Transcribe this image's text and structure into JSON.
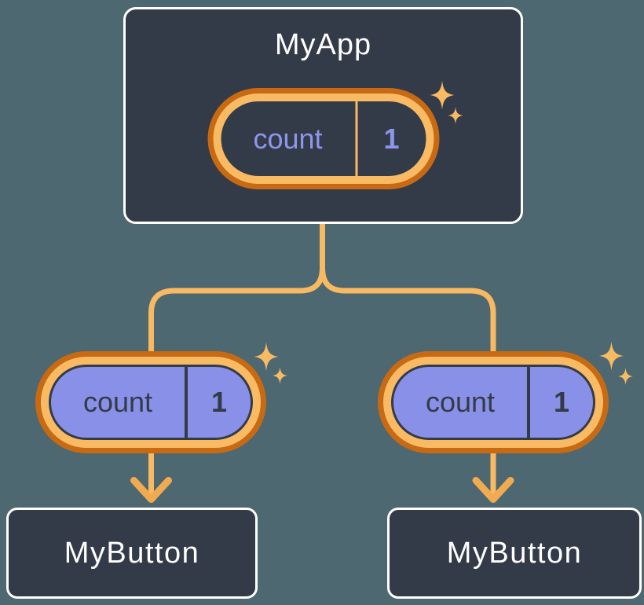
{
  "colors": {
    "bg": "#4D6870",
    "card": "#343B48",
    "card-border": "#FFFFFF",
    "line": "#F8B963",
    "arrow": "#F1AA50",
    "ring-dark": "#C76A13",
    "ring-light": "#F9BA64",
    "node-fill": "#8990E8",
    "node-text": "#343B48",
    "state-text": "#8E96EC",
    "title-text": "#FFFFFF"
  },
  "root": {
    "title": "MyApp",
    "state": {
      "name": "count",
      "value": "1"
    }
  },
  "children": [
    {
      "title": "MyButton",
      "state": {
        "name": "count",
        "value": "1"
      }
    },
    {
      "title": "MyButton",
      "state": {
        "name": "count",
        "value": "1"
      }
    }
  ],
  "icons": {
    "sparkles": "four-point-star",
    "arrow": "down-arrow"
  }
}
